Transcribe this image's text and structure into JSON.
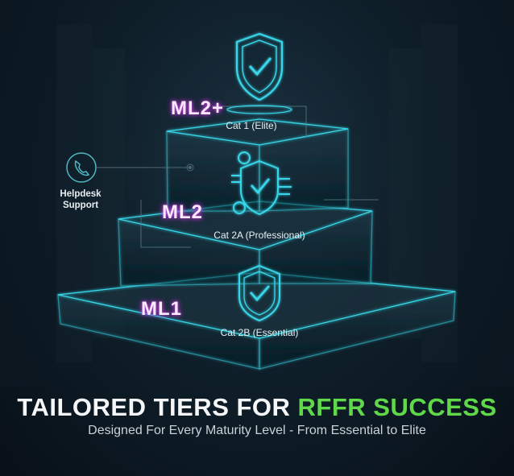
{
  "tiers": [
    {
      "level": "ML2+",
      "category": "Cat 1 (Elite)"
    },
    {
      "level": "ML2",
      "category": "Cat 2A (Professional)"
    },
    {
      "level": "ML1",
      "category": "Cat 2B (Essential)"
    }
  ],
  "helpdesk": {
    "line1": "Helpdesk",
    "line2": "Support",
    "icon": "phone-icon"
  },
  "title": {
    "main": "TAILORED TIERS FOR ",
    "accent": "RFFR SUCCESS",
    "accent_color": "#5fd94a"
  },
  "subtitle": "Designed For Every Maturity Level - From Essential to Elite",
  "colors": {
    "glow": "#38d6e8",
    "level_label": "#c03bd6"
  }
}
